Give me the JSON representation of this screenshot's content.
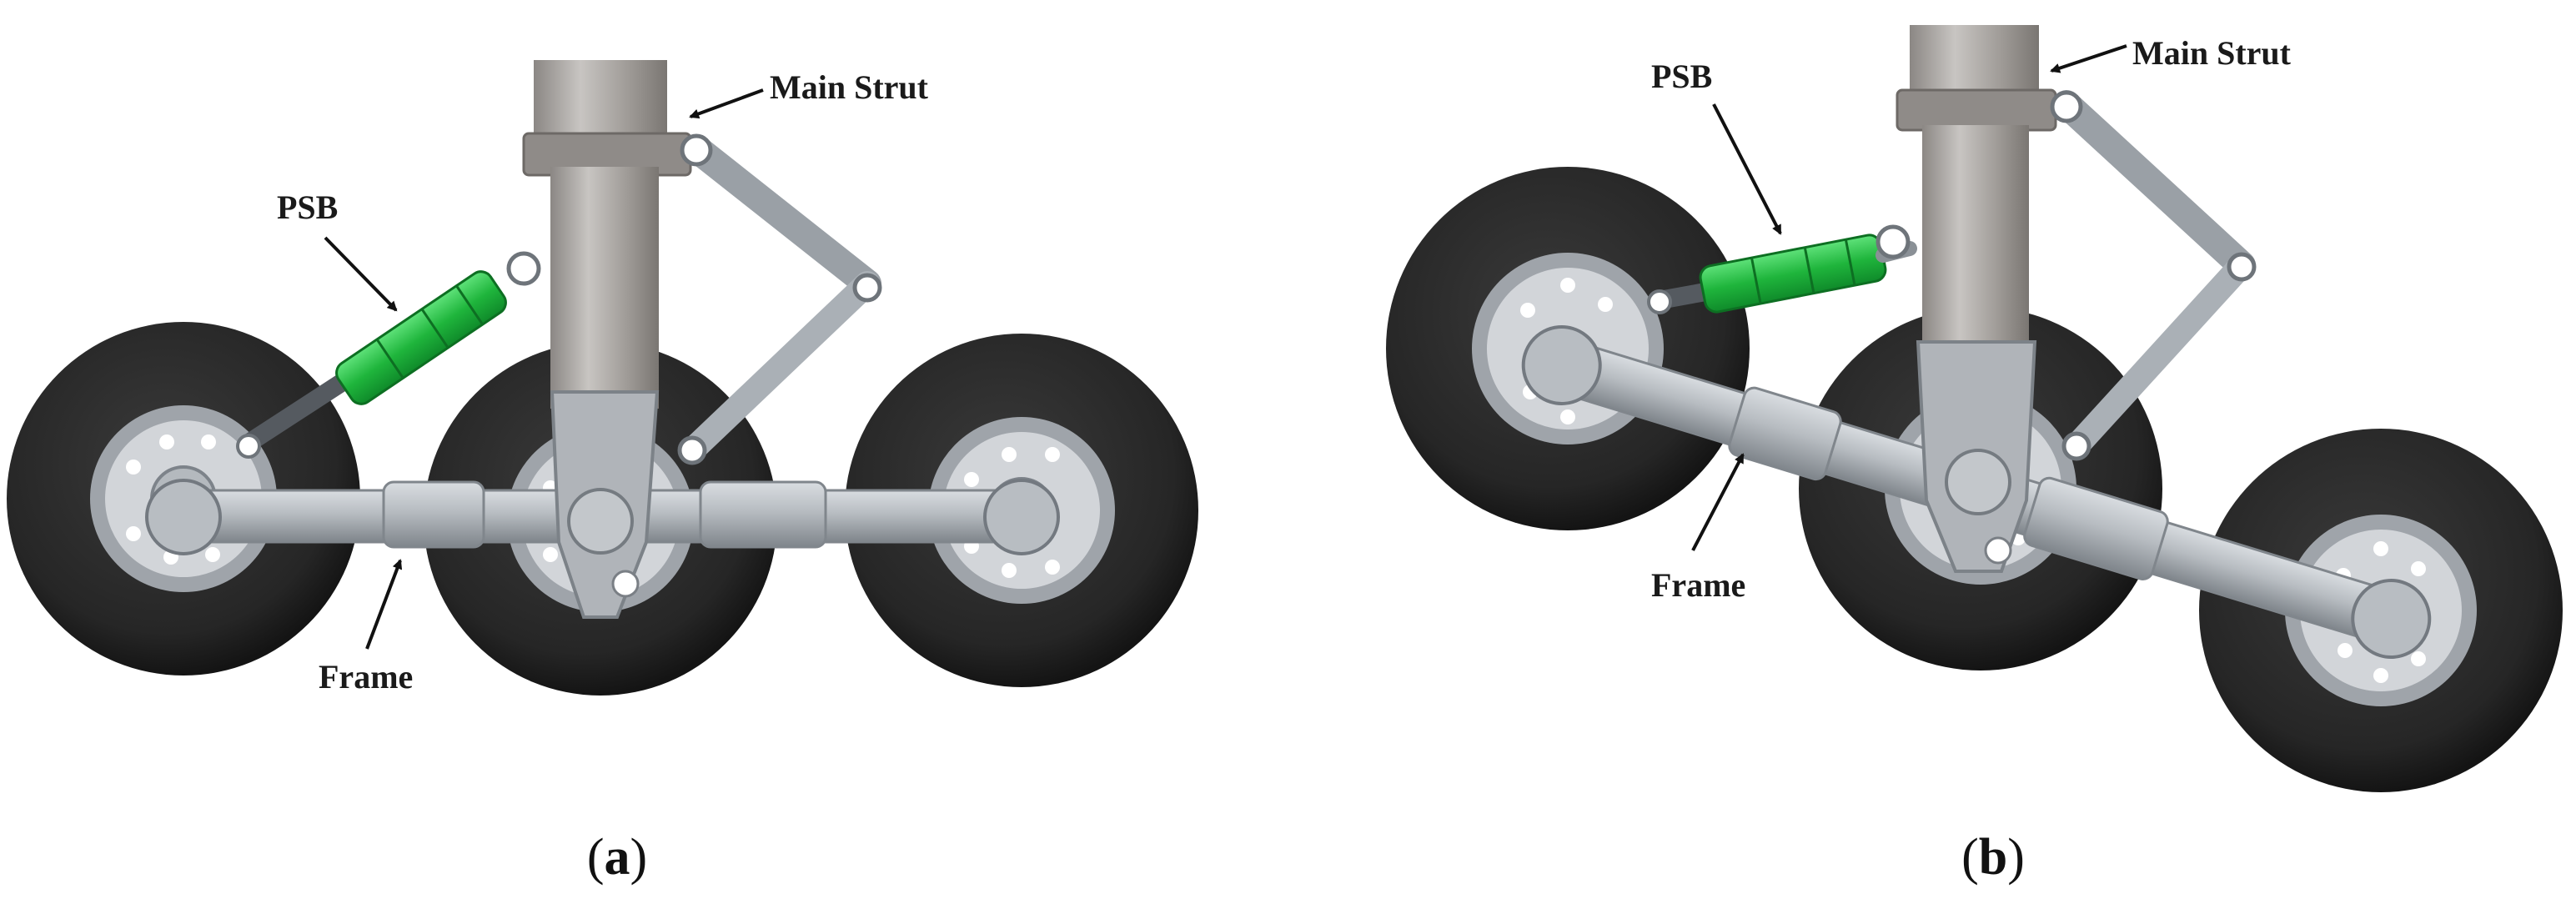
{
  "panels": [
    {
      "id": "a",
      "labels": {
        "main_strut": "Main Strut",
        "psb": "PSB",
        "frame": "Frame"
      },
      "caption": {
        "open": "(",
        "letter": "a",
        "close": ")"
      }
    },
    {
      "id": "b",
      "labels": {
        "main_strut": "Main Strut",
        "psb": "PSB",
        "frame": "Frame"
      },
      "caption": {
        "open": "(",
        "letter": "b",
        "close": ")"
      }
    }
  ],
  "colors": {
    "tire": "#2b2b2b",
    "tire_edge": "#151515",
    "rim": "#c9ccd0",
    "metal": "#bfc3c8",
    "metal_dark": "#8d9399",
    "strut": "#a5a29f",
    "psb_green": "#1fb53c",
    "psb_green_light": "#5fe27a"
  }
}
